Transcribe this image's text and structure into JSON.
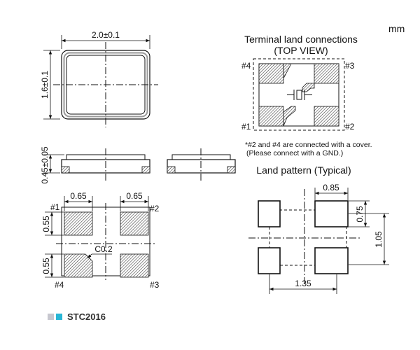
{
  "units": "mm",
  "top_view": {
    "width_dim": "2.0±0.1",
    "height_dim": "1.6±0.1"
  },
  "side_view": {
    "height_dim": "0.45±0.05"
  },
  "bottom_view": {
    "pad_width_left": "0.65",
    "pad_width_right": "0.65",
    "pad_height_top": "0.55",
    "pad_height_bottom": "0.55",
    "chamfer": "C0.2",
    "pin1": "#1",
    "pin2": "#2",
    "pin3": "#3",
    "pin4": "#4"
  },
  "terminal": {
    "title_line1": "Terminal land connections",
    "title_line2": "(TOP VIEW)",
    "pin1": "#1",
    "pin2": "#2",
    "pin3": "#3",
    "pin4": "#4",
    "note_line1": "*#2 and #4 are connected with a cover.",
    "note_line2": "(Please connect with a GND.)"
  },
  "land_pattern": {
    "title": "Land pattern (Typical)",
    "pad_width": "0.85",
    "pad_height": "0.75",
    "pitch_v": "1.05",
    "pitch_h": "1.35"
  },
  "legend": {
    "label": "STC2016",
    "colors": [
      "#c7c7cf",
      "#29b6d6"
    ]
  }
}
